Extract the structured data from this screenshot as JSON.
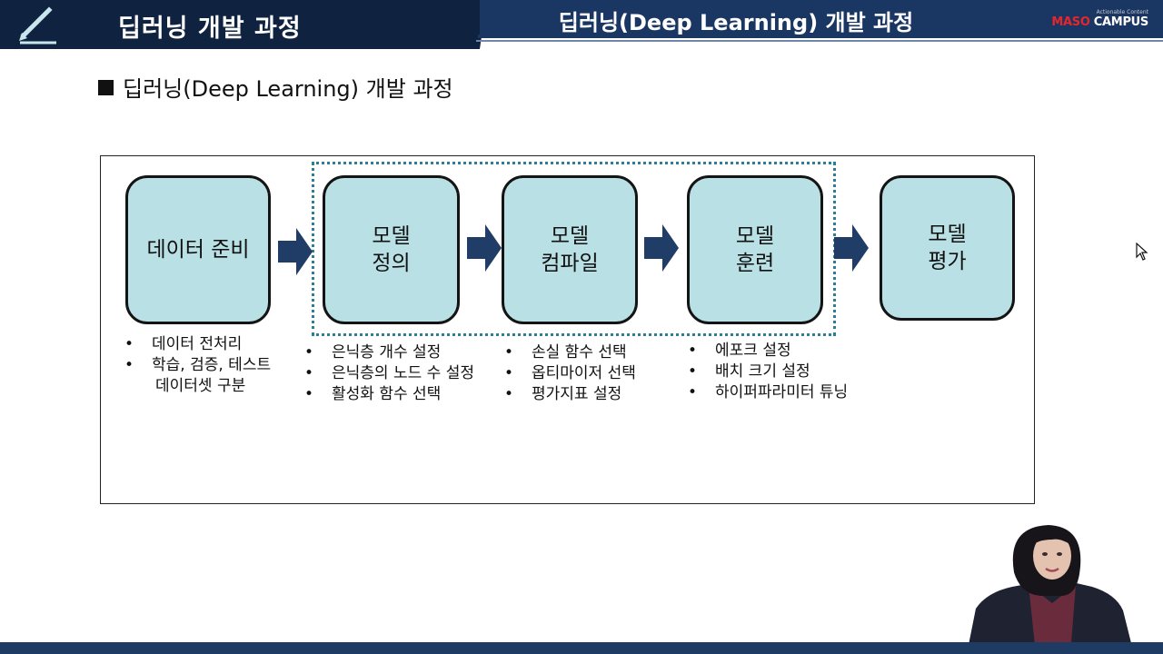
{
  "header": {
    "left_title": "딥러닝 개발 과정",
    "center_title": "딥러닝(Deep Learning) 개발 과정",
    "brand_tagline": "Actionable Content",
    "brand_name_part1": "MASO",
    "brand_name_part2": " CAMPUS"
  },
  "section": {
    "heading": "딥러닝(Deep Learning) 개발 과정"
  },
  "diagram": {
    "steps": [
      {
        "lines": [
          "데이터 준비"
        ]
      },
      {
        "lines": [
          "모델",
          "정의"
        ]
      },
      {
        "lines": [
          "모델",
          "컴파일"
        ]
      },
      {
        "lines": [
          "모델",
          "훈련"
        ]
      },
      {
        "lines": [
          "모델",
          "평가"
        ]
      }
    ],
    "bullets": [
      {
        "items": [
          "데이터 전처리",
          "학습, 검증, 테스트",
          "데이터셋 구분"
        ]
      },
      {
        "items": [
          "은닉층 개수 설정",
          "은닉층의 노드 수  설정",
          "활성화 함수 선택"
        ]
      },
      {
        "items": [
          "손실 함수 선택",
          "옵티마이저 선택",
          "평가지표 설정"
        ]
      },
      {
        "items": [
          "에포크 설정",
          "배치 크기 설정",
          "하이퍼파라미터 튜닝"
        ]
      }
    ]
  },
  "colors": {
    "header_dark": "#0f2240",
    "header_band": "#1a3763",
    "step_fill": "#b9e1e5",
    "arrow": "#1f3d66",
    "dotted_border": "#2d7f98",
    "brand_red": "#e6262b"
  }
}
